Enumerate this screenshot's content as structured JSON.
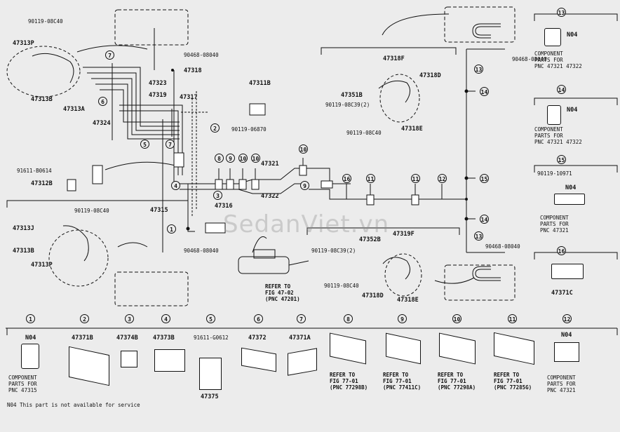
{
  "diagram": {
    "parts": {
      "p1": "90119-08C40",
      "p2": "47313P",
      "p3": "47313B",
      "p4": "47313A",
      "p5": "90468-08040",
      "p6": "47318",
      "p7": "47323",
      "p8": "47319",
      "p9": "47317",
      "p10": "47324",
      "p11": "47311B",
      "p12": "90119-06870",
      "p13": "91611-B0614",
      "p14": "47312B",
      "p15": "47321",
      "p16": "47322",
      "p17": "47315",
      "p18": "47316",
      "p19": "90119-08C40",
      "p20": "47313J",
      "p21": "47313B",
      "p22": "47313P",
      "p23": "90468-08040",
      "p24": "47318F",
      "p25": "47318D",
      "p26": "47351B",
      "p27": "90119-08C39(2)",
      "p28": "47318E",
      "p29": "90119-08C40",
      "p30": "90468-08040",
      "p31": "47352B",
      "p32": "47319F",
      "p33": "90119-08C39(2)",
      "p34": "90119-08C40",
      "p35": "47318D",
      "p36": "47318E",
      "p37": "90468-08040"
    },
    "refer": {
      "r1": "REFER TO",
      "r2": "FIG 47-02",
      "r3": "(PNC 47201)"
    },
    "side": {
      "s13_code": "N04",
      "s13_t1": "COMPONENT",
      "s13_t2": "PARTS FOR",
      "s13_t3": "PNC 47321 47322",
      "s14_code": "N04",
      "s14_t1": "COMPONENT",
      "s14_t2": "PARTS FOR",
      "s14_t3": "PNC 47321 47322",
      "s15_part": "90119-10971",
      "s15_code": "N04",
      "s15_t1": "COMPONENT",
      "s15_t2": "PARTS FOR",
      "s15_t3": "PNC 47321",
      "s16_part": "47371C"
    },
    "bottom": {
      "b1_code": "N04",
      "b1_t1": "COMPONENT",
      "b1_t2": "PARTS FOR",
      "b1_t3": "PNC 47315",
      "b2_part": "47371B",
      "b3_part": "47374B",
      "b4_part": "47373B",
      "b5_part": "91611-G0612",
      "b5_part2": "47375",
      "b6_part": "47372",
      "b7_part": "47371A",
      "b8_t1": "REFER TO",
      "b8_t2": "FIG 77-01",
      "b8_t3": "(PNC 77298B)",
      "b9_t1": "REFER TO",
      "b9_t2": "FIG 77-01",
      "b9_t3": "(PNC 77411C)",
      "b10_t1": "REFER TO",
      "b10_t2": "FIG 77-01",
      "b10_t3": "(PNC 77298A)",
      "b11_t1": "REFER TO",
      "b11_t2": "FIG 77-01",
      "b11_t3": "(PNC 77285G)",
      "b12_code": "N04",
      "b12_t1": "COMPONENT",
      "b12_t2": "PARTS FOR",
      "b12_t3": "PNC 47321"
    },
    "footnote": "N04 This part is not available for service",
    "watermark": "SedanViet.vn",
    "circle_numbers": [
      "1",
      "2",
      "3",
      "4",
      "5",
      "6",
      "7",
      "8",
      "9",
      "10",
      "11",
      "12",
      "13",
      "14",
      "15",
      "16"
    ]
  }
}
